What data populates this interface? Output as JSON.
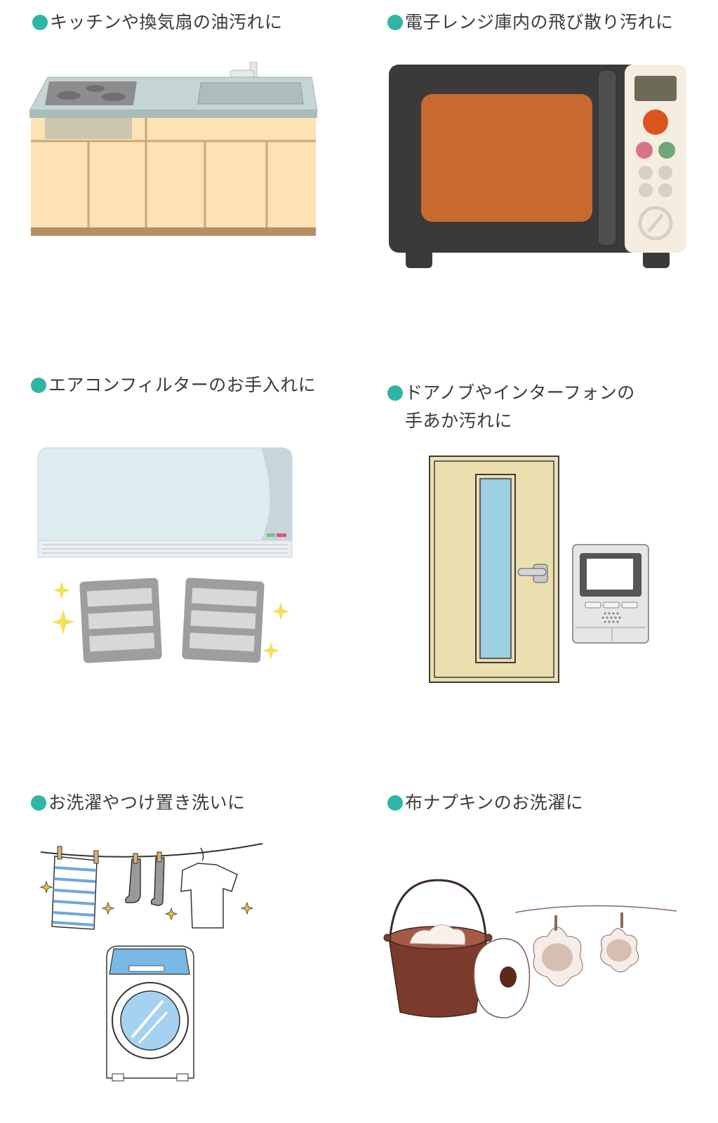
{
  "accent_color": "#2fb5a3",
  "items": [
    {
      "caption": "キッチンや換気扇の油汚れに",
      "icon": "kitchen-icon"
    },
    {
      "caption": "電子レンジ庫内の飛び散り汚れに",
      "icon": "microwave-icon"
    },
    {
      "caption": "エアコンフィルターのお手入れに",
      "icon": "air-conditioner-icon"
    },
    {
      "caption": "ドアノブやインターフォンの",
      "caption_line2": "手あか汚れに",
      "icon": "door-intercom-icon"
    },
    {
      "caption": "お洗濯やつけ置き洗いに",
      "icon": "laundry-icon"
    },
    {
      "caption": "布ナプキンのお洗濯に",
      "icon": "cloth-napkin-icon"
    }
  ]
}
